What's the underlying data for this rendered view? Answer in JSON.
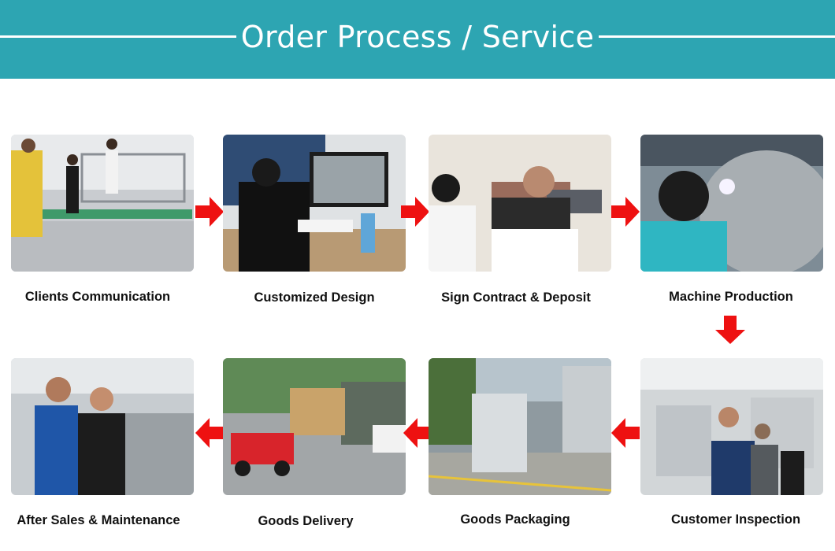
{
  "header": {
    "title": "Order Process / Service"
  },
  "colors": {
    "banner": "#2da5b2",
    "arrow": "#ee1111"
  },
  "steps": [
    {
      "label": "Clients Communication"
    },
    {
      "label": "Customized Design"
    },
    {
      "label": "Sign Contract & Deposit"
    },
    {
      "label": "Machine Production"
    },
    {
      "label": "Customer Inspection"
    },
    {
      "label": "Goods Packaging"
    },
    {
      "label": "Goods Delivery"
    },
    {
      "label": "After Sales & Maintenance"
    }
  ],
  "arrows": [
    "arrow-right",
    "arrow-right",
    "arrow-right",
    "arrow-down",
    "arrow-left",
    "arrow-left",
    "arrow-left"
  ]
}
